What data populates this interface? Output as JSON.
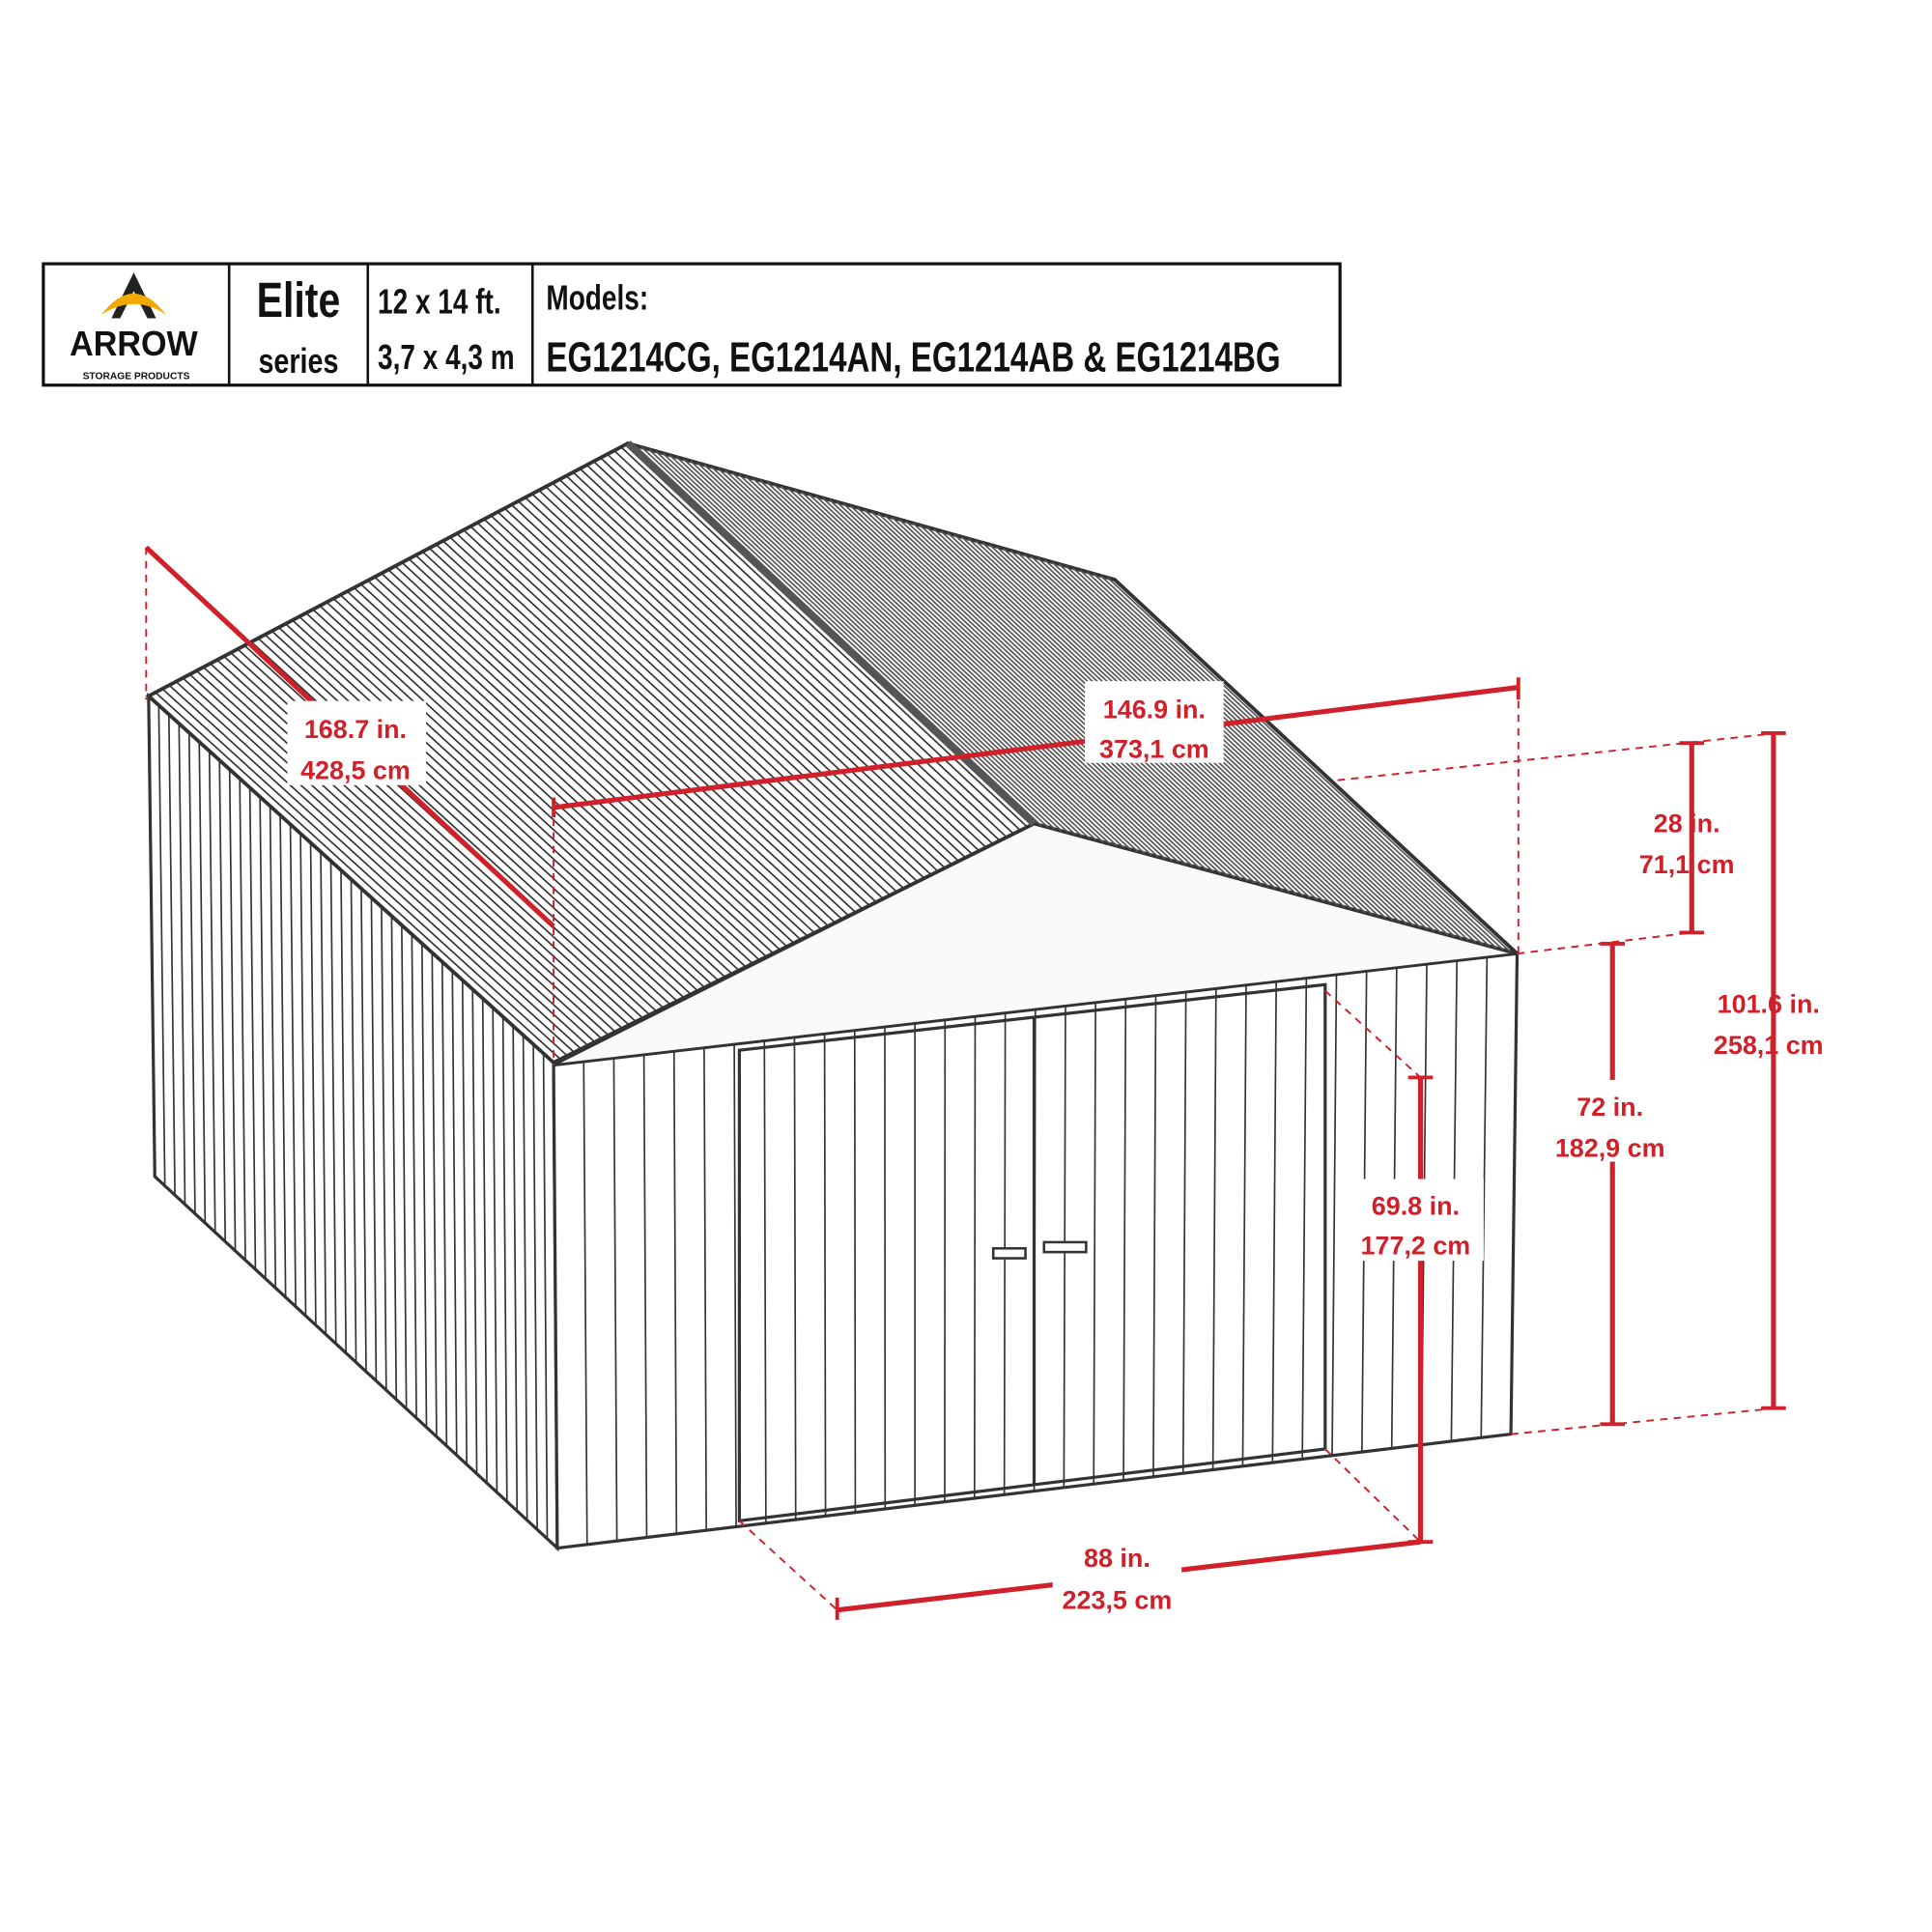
{
  "header": {
    "logo": {
      "brand": "ARROW",
      "tagline": "STORAGE PRODUCTS"
    },
    "series_name": "Elite",
    "series_label": "series",
    "size_imperial": "12 x 14 ft.",
    "size_metric": "3,7 x 4,3 m",
    "models_label": "Models:",
    "models": "EG1214CG, EG1214AN, EG1214AB & EG1214BG"
  },
  "colors": {
    "dimension": "#d0202a",
    "outline": "#333333",
    "logo_accent": "#f2a900"
  },
  "dimensions": {
    "depth": {
      "imperial": "168.7 in.",
      "metric": "428,5 cm"
    },
    "width": {
      "imperial": "146.9 in.",
      "metric": "373,1 cm"
    },
    "gable_height": {
      "imperial": "28 in.",
      "metric": "71,1 cm"
    },
    "total_height": {
      "imperial": "101.6 in.",
      "metric": "258,1 cm"
    },
    "wall_height": {
      "imperial": "72 in.",
      "metric": "182,9 cm"
    },
    "door_height": {
      "imperial": "69.8 in.",
      "metric": "177,2 cm"
    },
    "door_width": {
      "imperial": "88 in.",
      "metric": "223,5 cm"
    }
  }
}
